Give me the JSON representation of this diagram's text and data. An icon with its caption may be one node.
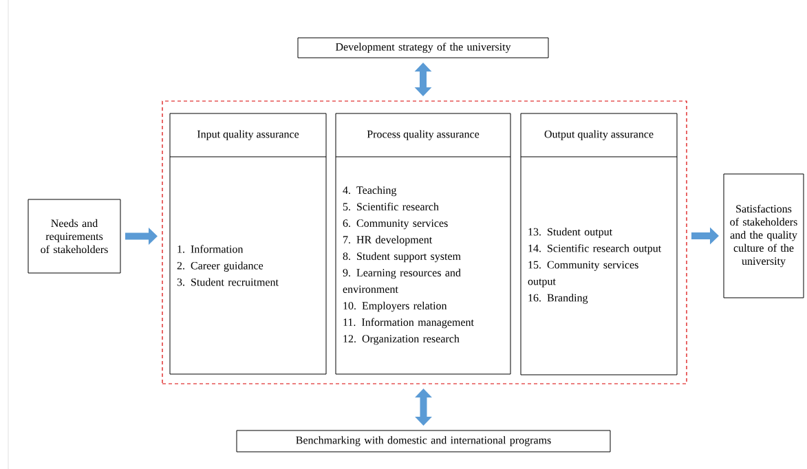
{
  "diagram": {
    "nodes": [
      {
        "text": [
          "Development strategy of the university"
        ]
      },
      {
        "text": [],
        "shape": "box"
      },
      {
        "text": [
          "Input quality assurance",
          "1. Information",
          "2. Career guidance",
          "3. Student recruitment"
        ],
        "in": 1
      },
      {
        "text": [
          "Process quality assurance",
          "4. Teaching",
          "5. Scientific research",
          "6. Community services",
          "7. HR development",
          "8. Student support system",
          "9. Learning resources and environment",
          "10. Employers relation",
          "11. Information management",
          "12. Organization research"
        ],
        "in": 1
      },
      {
        "text": [
          "Output quality assurance",
          "13. Student output",
          "14. Scientific research output",
          "15. Community services output",
          "16. Branding"
        ],
        "in": 1
      },
      {
        "text": [
          "Needs and requirements of stakeholders"
        ]
      },
      {
        "text": [
          "Satisfactions of stakeholders and the quality culture of the university"
        ]
      },
      {
        "text": [
          "Benchmarking with domestic and international programs"
        ]
      }
    ],
    "edges": [
      {
        "from": 0,
        "to": 1,
        "arrow": "both"
      },
      {
        "from": 5,
        "to": 1,
        "arrow": "to"
      },
      {
        "from": 1,
        "to": 6,
        "arrow": "to"
      },
      {
        "from": 7,
        "to": 1,
        "arrow": "both"
      }
    ]
  }
}
